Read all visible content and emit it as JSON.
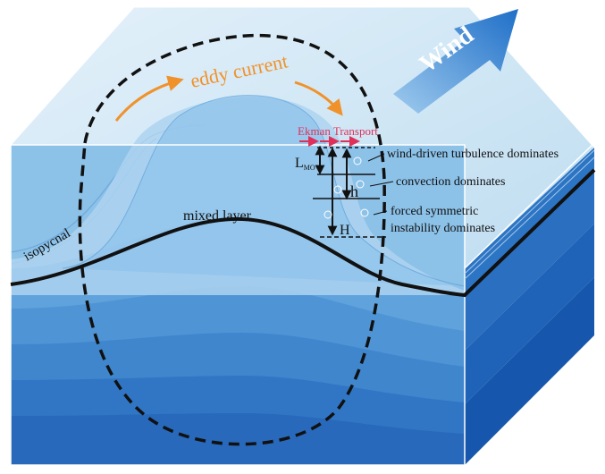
{
  "labels": {
    "wind": "Wind",
    "eddy_current": "eddy current",
    "ekman_transport": "Ekman Transport",
    "wind_driven": "wind-driven turbulence dominates",
    "convection": "convection dominates",
    "forced_symmetric_1": "forced symmetric",
    "forced_symmetric_2": "instability dominates",
    "mixed_layer": "mixed layer",
    "isopycnal": "isopycnal",
    "L_M": "L",
    "L_M_sub": "MO",
    "h": "h",
    "H": "H"
  },
  "colors": {
    "top_surface": "#cfe6f5",
    "eddy_arrow": "#f0922b",
    "ekman_arrow": "#e0305a",
    "wind_arrow": "#2f7fd0"
  }
}
